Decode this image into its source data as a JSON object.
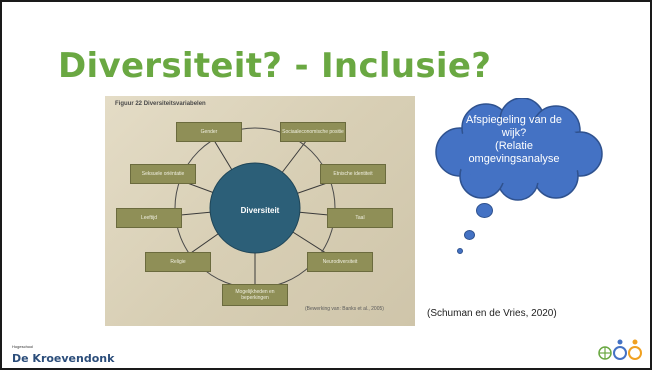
{
  "slide": {
    "title": "Diversiteit? - Inclusie?",
    "citation": "(Schuman en de Vries, 2020)"
  },
  "figure": {
    "title_prefix": "Figuur 22",
    "title": "Diversiteitsvariabelen",
    "center": "Diversiteit",
    "boxes": {
      "gender": "Gender",
      "sociaal": "Sociaaleconomische positie",
      "seksuele": "Seksuele oriëntatie",
      "etnische": "Etnische identiteit",
      "leeftijd": "Leeftijd",
      "taal": "Taal",
      "religie": "Religie",
      "neuro": "Neurodiversiteit",
      "mogelijkheden": "Mogelijkheden en beperkingen"
    },
    "credit": "(Bewerking van: Banks et al., 2005)"
  },
  "thought": {
    "lines": [
      "Afspiegeling van de",
      "wijk?",
      "(Relatie",
      "omgevingsanalyse"
    ]
  },
  "footer": {
    "logo_small": "Hogeschool",
    "logo_main": "De Kroevendonk"
  },
  "colors": {
    "title": "#6aa842",
    "cloud": "#4472c4",
    "box": "#8f8f57",
    "circle": "#2c5f78"
  }
}
